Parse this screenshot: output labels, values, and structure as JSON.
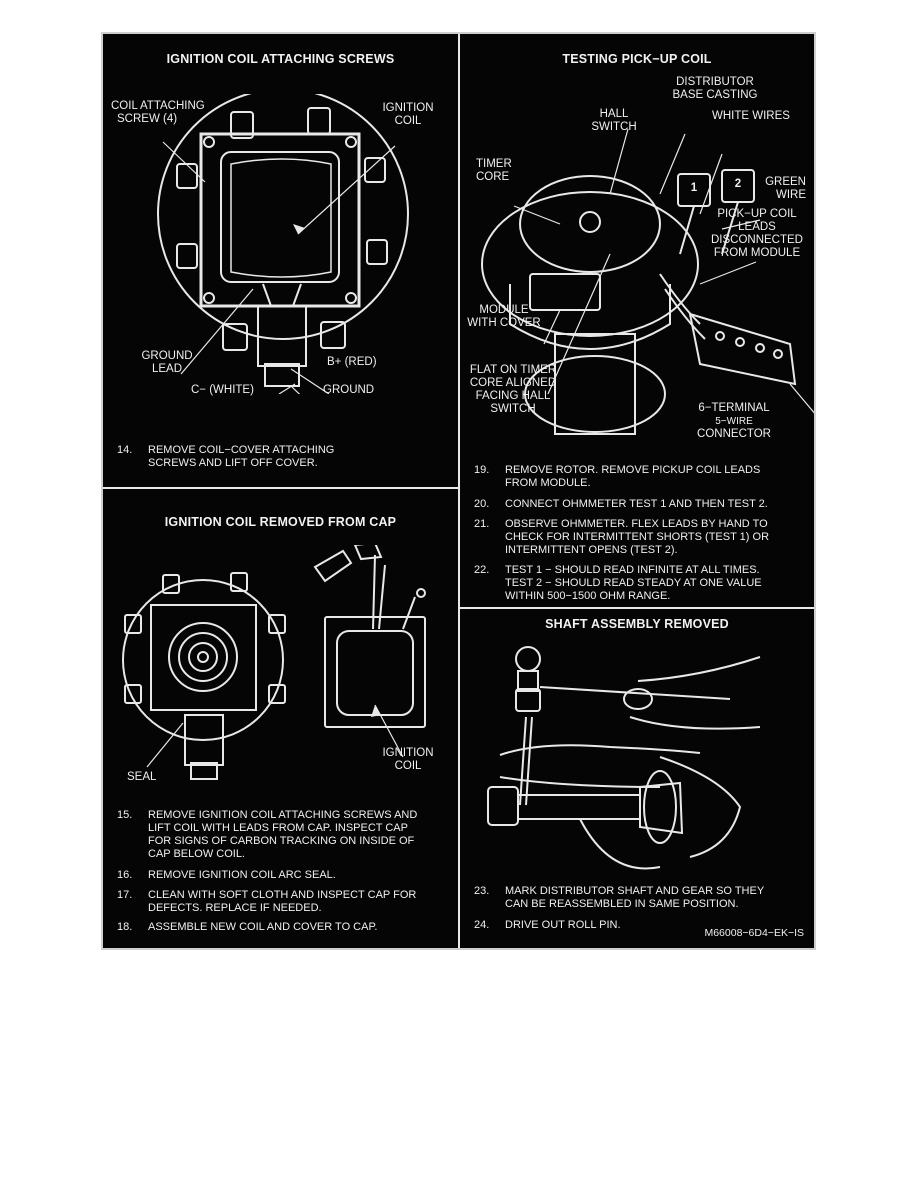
{
  "panels": {
    "attach": {
      "title": "IGNITION COIL ATTACHING SCREWS",
      "labels": {
        "screw_l1": "COIL ATTACHING",
        "screw_l2": "SCREW (4)",
        "coil_l1": "IGNITION",
        "coil_l2": "COIL",
        "ground_lead_l1": "GROUND",
        "ground_lead_l2": "LEAD",
        "bplus": "B+  (RED)",
        "cminus": "C−  (WHITE)",
        "ground": "GROUND"
      },
      "steps": [
        {
          "num": "14.",
          "lines": [
            "REMOVE COIL−COVER ATTACHING",
            "SCREWS AND LIFT OFF COVER."
          ]
        }
      ]
    },
    "removed": {
      "title": "IGNITION COIL REMOVED FROM CAP",
      "labels": {
        "seal": "SEAL",
        "coil_l1": "IGNITION",
        "coil_l2": "COIL"
      },
      "steps": [
        {
          "num": "15.",
          "lines": [
            "REMOVE IGNITION COIL ATTACHING SCREWS AND",
            "LIFT COIL WITH LEADS FROM CAP. INSPECT CAP",
            "FOR SIGNS OF CARBON TRACKING ON INSIDE OF",
            "CAP BELOW COIL."
          ]
        },
        {
          "num": "16.",
          "lines": [
            "REMOVE IGNITION COIL ARC SEAL."
          ]
        },
        {
          "num": "17.",
          "lines": [
            "CLEAN WITH SOFT CLOTH AND INSPECT CAP FOR",
            "DEFECTS. REPLACE IF NEEDED."
          ]
        },
        {
          "num": "18.",
          "lines": [
            "ASSEMBLE NEW COIL AND COVER TO CAP."
          ]
        }
      ]
    },
    "pickup": {
      "title": "TESTING PICK−UP COIL",
      "labels": {
        "dist_l1": "DISTRIBUTOR",
        "dist_l2": "BASE CASTING",
        "hall_l1": "HALL",
        "hall_l2": "SWITCH",
        "white_wires": "WHITE WIRES",
        "meter1": "1",
        "meter2": "2",
        "timer_l1": "TIMER",
        "timer_l2": "CORE",
        "green_l1": "GREEN",
        "green_l2": "WIRE",
        "leads_l1": "PICK−UP COIL",
        "leads_l2": "LEADS",
        "leads_l3": "DISCONNECTED",
        "leads_l4": "FROM MODULE",
        "module_l1": "MODULE",
        "module_l2": "WITH COVER",
        "flat_l1": "FLAT ON TIMER",
        "flat_l2": "CORE ALIGNED",
        "flat_l3": "FACING HALL",
        "flat_l4": "SWITCH",
        "term_l1": "6−TERMINAL",
        "term_l2": "5−WIRE",
        "term_l3": "CONNECTOR"
      },
      "steps": [
        {
          "num": "19.",
          "lines": [
            "REMOVE ROTOR. REMOVE PICKUP COIL LEADS",
            "FROM MODULE."
          ]
        },
        {
          "num": "20.",
          "lines": [
            "CONNECT OHMMETER TEST 1 AND THEN TEST 2."
          ]
        },
        {
          "num": "21.",
          "lines": [
            "OBSERVE OHMMETER. FLEX LEADS BY HAND TO",
            "CHECK FOR INTERMITTENT SHORTS (TEST 1) OR",
            "INTERMITTENT OPENS (TEST 2)."
          ]
        },
        {
          "num": "22.",
          "lines": [
            "TEST 1 − SHOULD READ INFINITE AT ALL TIMES.",
            "TEST 2 − SHOULD READ STEADY AT ONE VALUE",
            "WITHIN 500−1500 OHM RANGE."
          ]
        }
      ]
    },
    "shaft": {
      "title": "SHAFT ASSEMBLY REMOVED",
      "steps": [
        {
          "num": "23.",
          "lines": [
            "MARK DISTRIBUTOR SHAFT AND GEAR SO THEY",
            "CAN BE REASSEMBLED IN SAME POSITION."
          ]
        },
        {
          "num": "24.",
          "lines": [
            "DRIVE OUT ROLL PIN."
          ]
        }
      ],
      "code": "M66008−6D4−EK−IS"
    }
  },
  "colors": {
    "background": "#050505",
    "ink": "#f0f0f0",
    "paper": "#ffffff"
  }
}
